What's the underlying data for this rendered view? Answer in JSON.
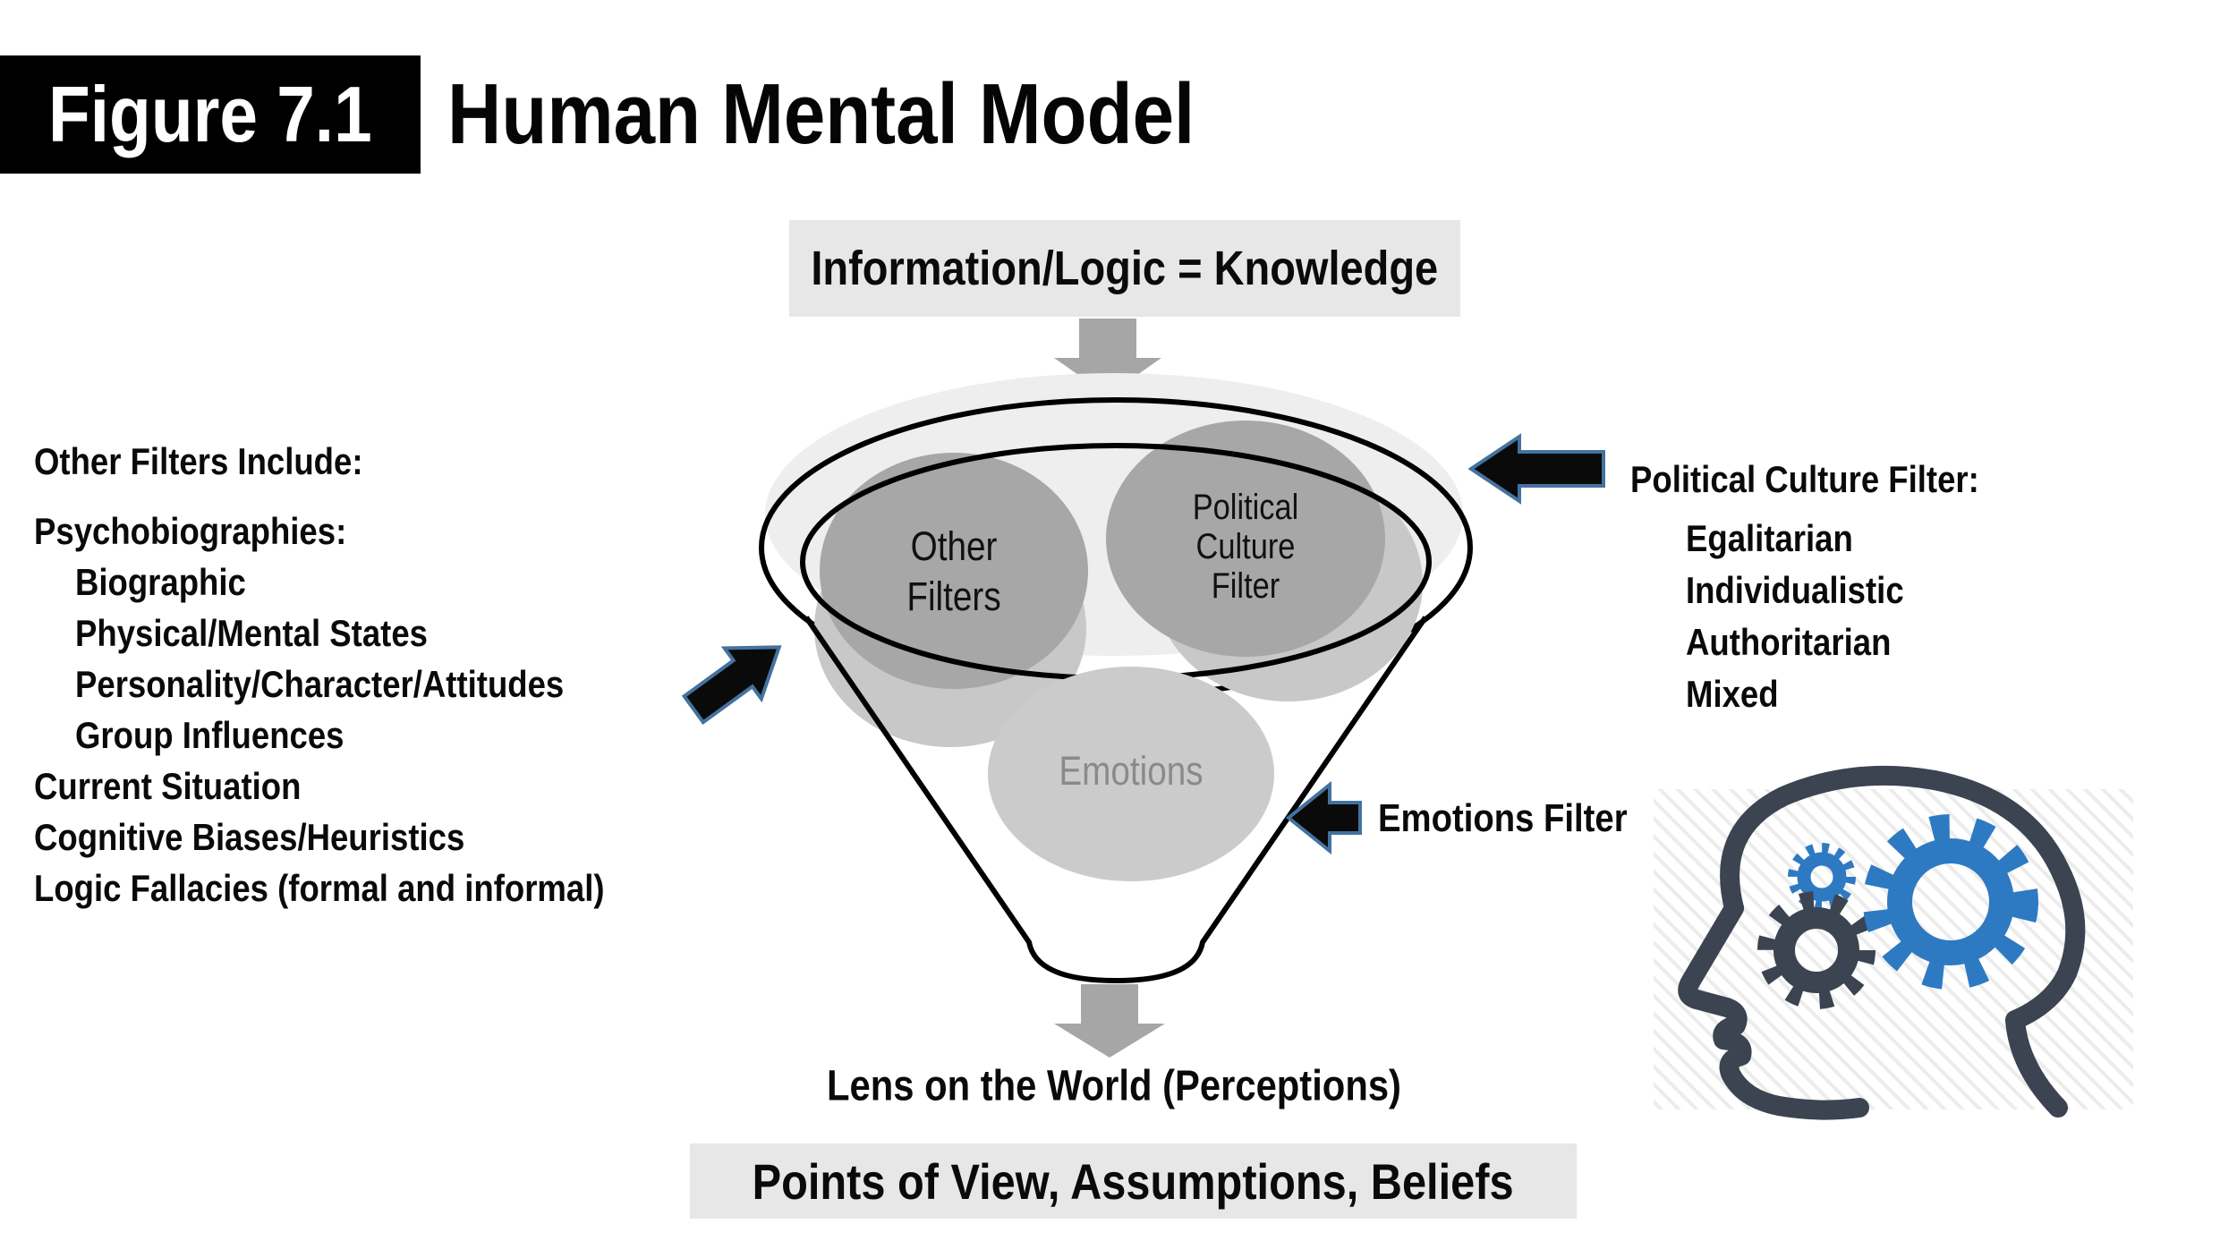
{
  "header": {
    "figure_label": "Figure 7.1",
    "title": "Human Mental Model"
  },
  "knowledge_box": {
    "text": "Information/Logic = Knowledge"
  },
  "left_panel": {
    "heading": "Other Filters Include:",
    "subheading": "Psychobiographies:",
    "indented_items": [
      "Biographic",
      "Physical/Mental States",
      "Personality/Character/Attitudes",
      "Group Influences"
    ],
    "items": [
      "Current Situation",
      "Cognitive Biases/Heuristics",
      "Logic Fallacies (formal and informal)"
    ]
  },
  "right_panel": {
    "heading": "Political Culture Filter:",
    "items": [
      "Egalitarian",
      "Individualistic",
      "Authoritarian",
      "Mixed"
    ]
  },
  "funnel": {
    "other_filters": [
      "Other",
      "Filters"
    ],
    "political_culture": [
      "Political",
      "Culture",
      "Filter"
    ],
    "emotions": "Emotions",
    "emotions_filter_label": "Emotions Filter"
  },
  "output": {
    "lens_label": "Lens on the World (Perceptions)",
    "result_box": "Points of View, Assumptions, Beliefs"
  },
  "icons": {
    "head": "head-with-gears-icon",
    "gears": [
      "small-blue-gear-icon",
      "dark-gear-icon",
      "large-blue-gear-icon"
    ],
    "arrows": [
      "input-arrow-down-icon",
      "other-filters-arrow-icon",
      "political-culture-arrow-icon",
      "emotions-filter-arrow-icon",
      "output-arrow-down-icon"
    ]
  },
  "colors": {
    "dark_ellipse": "#a7a7a7",
    "shadow_ellipse": "#c8c8c8",
    "emotions_ellipse": "#cbcbcb",
    "rim_fill": "#eeeeee",
    "banner_gray": "#e7e7e7",
    "flow_arrow_gray": "#a6a6a6",
    "black_arrow_fill": "#0a0a0a",
    "arrow_outline_blue": "#44729f",
    "head_slate": "#3b4450",
    "gear_blue": "#2e7ac2"
  }
}
